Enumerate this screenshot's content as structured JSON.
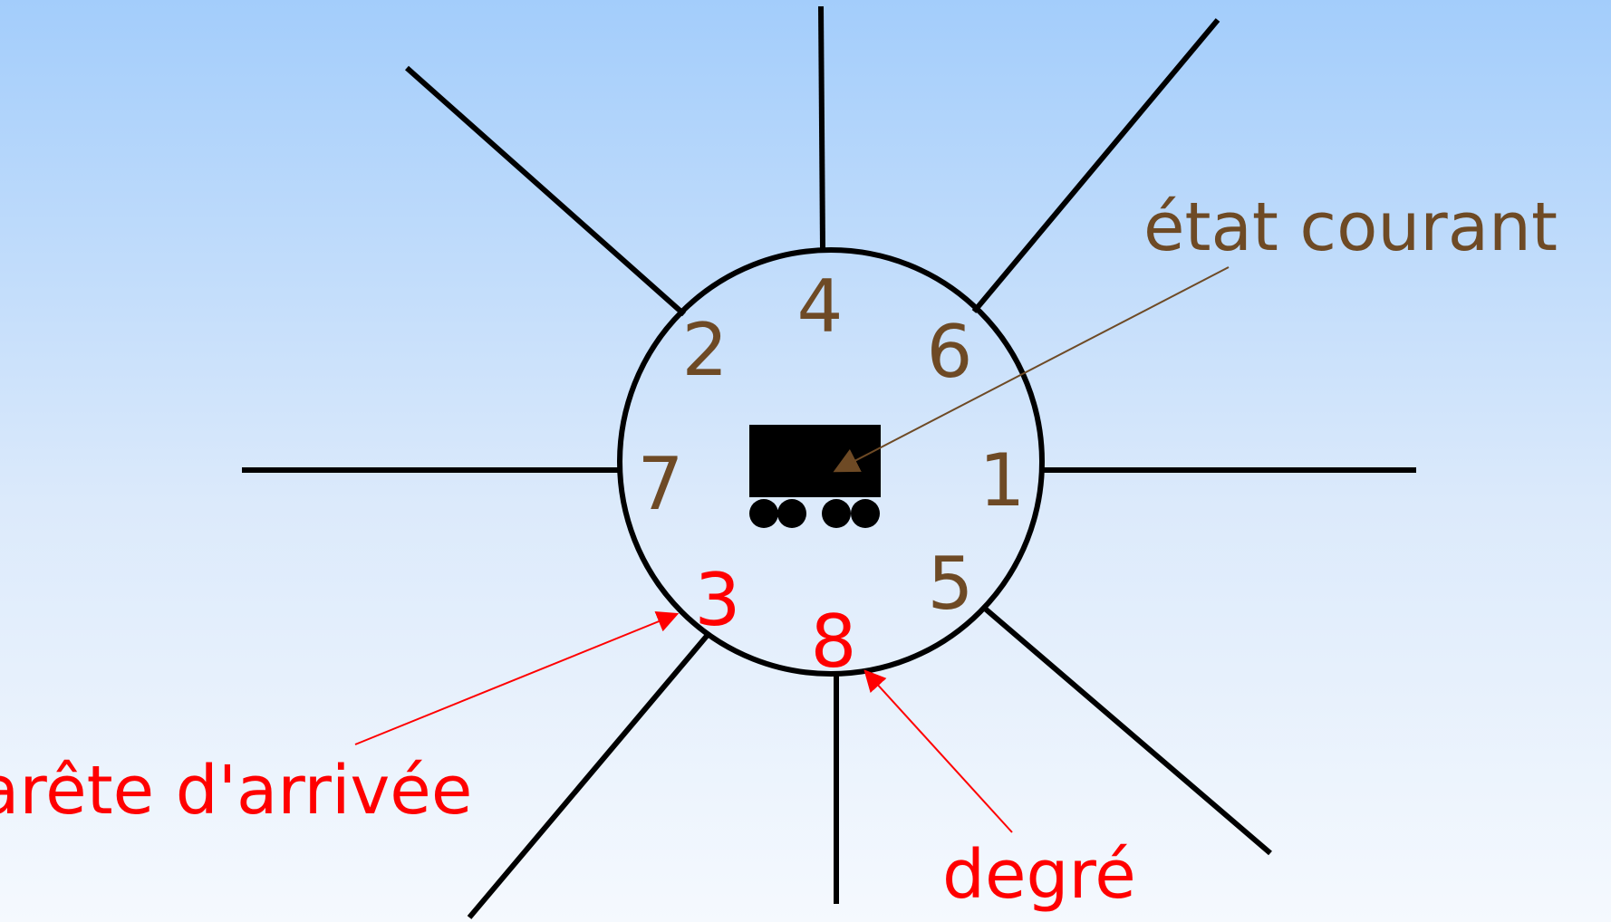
{
  "diagram": {
    "port_numbers": {
      "n1": "1",
      "n2": "2",
      "n3": "3",
      "n4": "4",
      "n5": "5",
      "n6": "6",
      "n7": "7",
      "n8": "8"
    },
    "labels": {
      "current_state": "état courant",
      "arrival_edge": "arête d'arrivée",
      "degree": "degré"
    },
    "colors": {
      "node_number": "#6e4a25",
      "highlight": "#ff0000",
      "edge": "#000000",
      "agent": "#000000"
    },
    "icons": {
      "agent": "wagon-icon"
    }
  }
}
